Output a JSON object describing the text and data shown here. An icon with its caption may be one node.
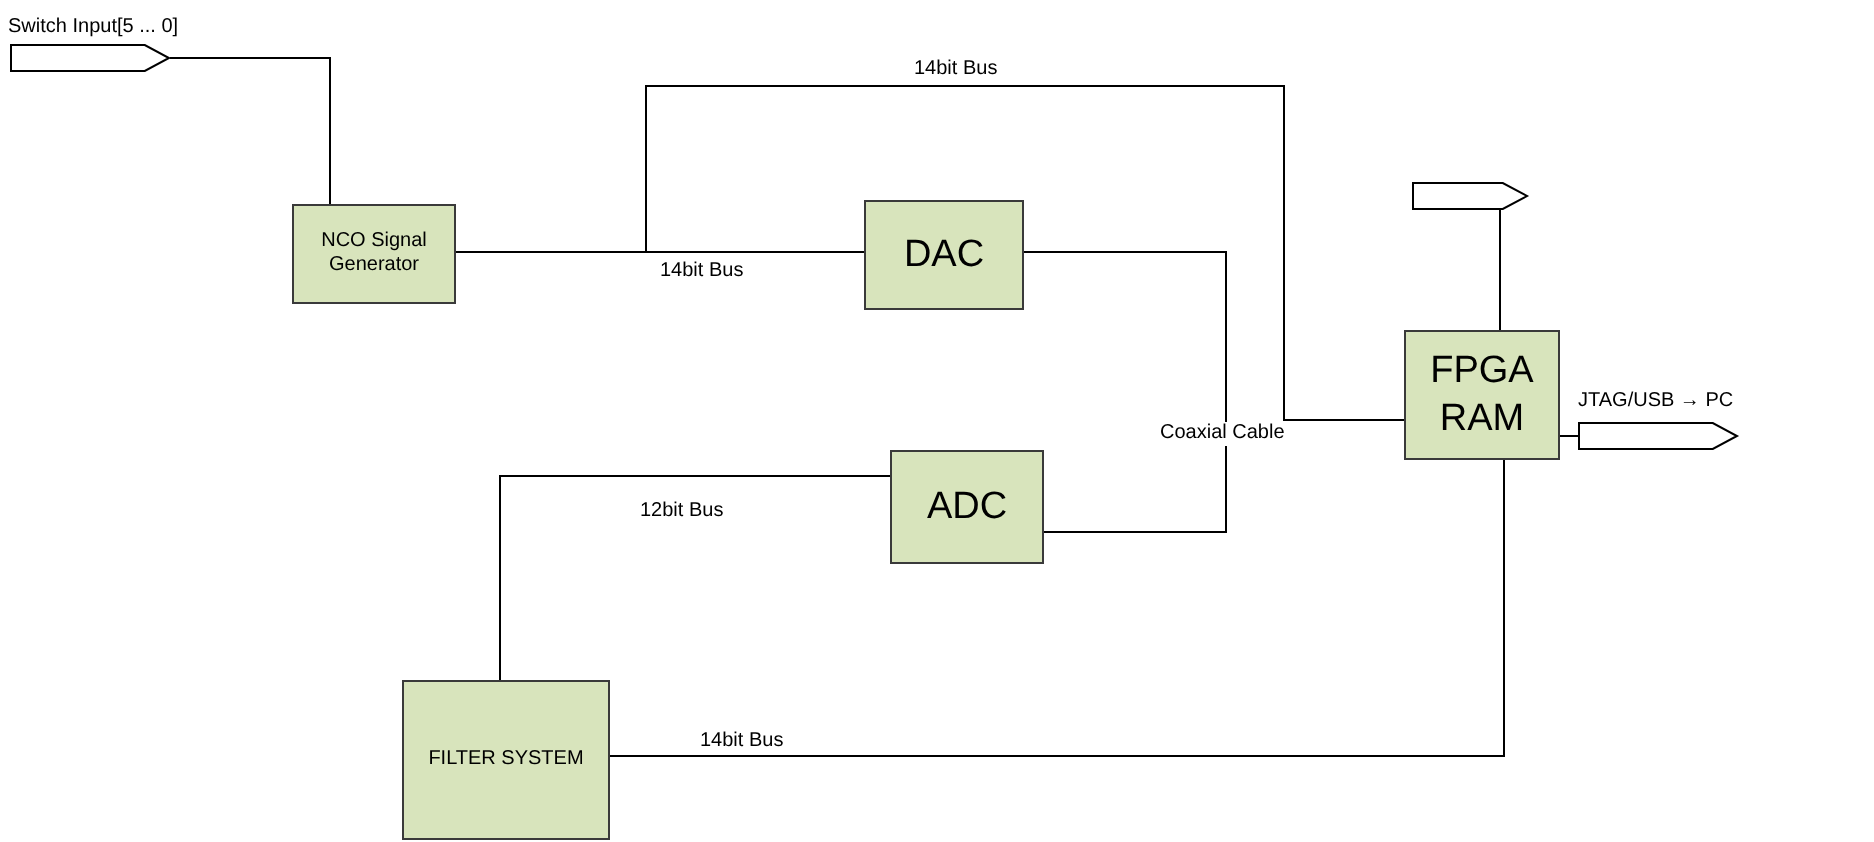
{
  "diagram": {
    "nodes": [
      {
        "text": [
          "Switch Input[5 ... 0]"
        ]
      },
      {
        "text": [
          "NCO Signal Generator"
        ]
      },
      {
        "text": [
          "DAC"
        ]
      },
      {
        "text": [],
        "shape": "tag"
      },
      {
        "text": [
          "FPGA RAM"
        ]
      },
      {
        "text": [
          "JTAG/USB → PC"
        ]
      },
      {
        "text": [
          "ADC"
        ]
      },
      {
        "text": [
          "FILTER SYSTEM"
        ]
      }
    ],
    "edges": [
      {
        "from": 0,
        "to": 1,
        "arrow": "none"
      },
      {
        "from": 1,
        "to": 2,
        "arrow": "none",
        "label": "14bit Bus"
      },
      {
        "from": 1,
        "to": 4,
        "arrow": "none",
        "label": "14bit Bus"
      },
      {
        "from": 2,
        "to": 6,
        "arrow": "none",
        "label": "Coaxial Cable"
      },
      {
        "from": 6,
        "to": 7,
        "arrow": "none",
        "label": "12bit Bus"
      },
      {
        "from": 7,
        "to": 4,
        "arrow": "none",
        "label": "14bit Bus"
      },
      {
        "from": 3,
        "to": 4,
        "arrow": "none"
      },
      {
        "from": 4,
        "to": 5,
        "arrow": "none"
      }
    ]
  }
}
